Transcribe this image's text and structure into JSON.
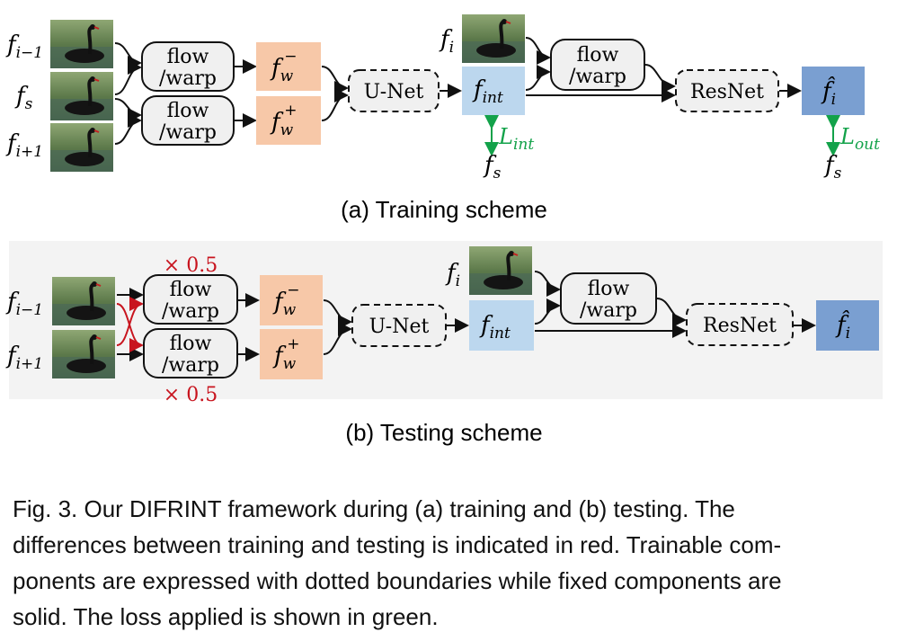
{
  "training": {
    "inputs": {
      "prev": "f",
      "prev_sub": "i−1",
      "curr": "f",
      "curr_sub": "s",
      "next": "f",
      "next_sub": "i+1"
    },
    "flow_warp_1": "flow",
    "flow_warp_1b": "/warp",
    "flow_warp_2": "flow",
    "flow_warp_2b": "/warp",
    "fw_minus": "f",
    "fw_minus_sub": "w",
    "fw_minus_sup": "−",
    "fw_plus": "f",
    "fw_plus_sub": "w",
    "fw_plus_sup": "+",
    "unet": "U-Net",
    "fi": "f",
    "fi_sub": "i",
    "fint": "f",
    "fint_sub": "int",
    "flow_warp_3": "flow",
    "flow_warp_3b": "/warp",
    "resnet": "ResNet",
    "out": "f̂",
    "out_sub": "i",
    "l_int": "L",
    "l_int_sub": "int",
    "l_int_target": "f",
    "l_int_target_sub": "s",
    "l_out": "L",
    "l_out_sub": "out",
    "l_out_target": "f",
    "l_out_target_sub": "s",
    "title": "(a) Training scheme"
  },
  "testing": {
    "inputs": {
      "prev": "f",
      "prev_sub": "i−1",
      "next": "f",
      "next_sub": "i+1"
    },
    "scale_top": "× 0.5",
    "scale_bottom": "× 0.5",
    "flow_warp_1": "flow",
    "flow_warp_1b": "/warp",
    "flow_warp_2": "flow",
    "flow_warp_2b": "/warp",
    "fw_minus": "f",
    "fw_minus_sub": "w",
    "fw_minus_sup": "−",
    "fw_plus": "f",
    "fw_plus_sub": "w",
    "fw_plus_sup": "+",
    "unet": "U-Net",
    "fi": "f",
    "fi_sub": "i",
    "fint": "f",
    "fint_sub": "int",
    "flow_warp_3": "flow",
    "flow_warp_3b": "/warp",
    "resnet": "ResNet",
    "out": "f̂",
    "out_sub": "i",
    "title": "(b) Testing scheme"
  },
  "caption": {
    "line1": "Fig. 3.  Our DIFRINT framework during (a) training and (b) testing. The",
    "line2": "differences between training and testing is indicated in red. Trainable com-",
    "line3": "ponents are expressed with dotted boundaries while fixed components are",
    "line4": "solid. The loss applied is shown in green."
  },
  "colors": {
    "warped": "#f7c8a8",
    "intermediate": "#bcd7ee",
    "output": "#7a9fd1",
    "box_fill": "#f0f0f0",
    "red": "#c8141e",
    "green": "#13a24a",
    "test_bg": "#f3f3f3"
  }
}
